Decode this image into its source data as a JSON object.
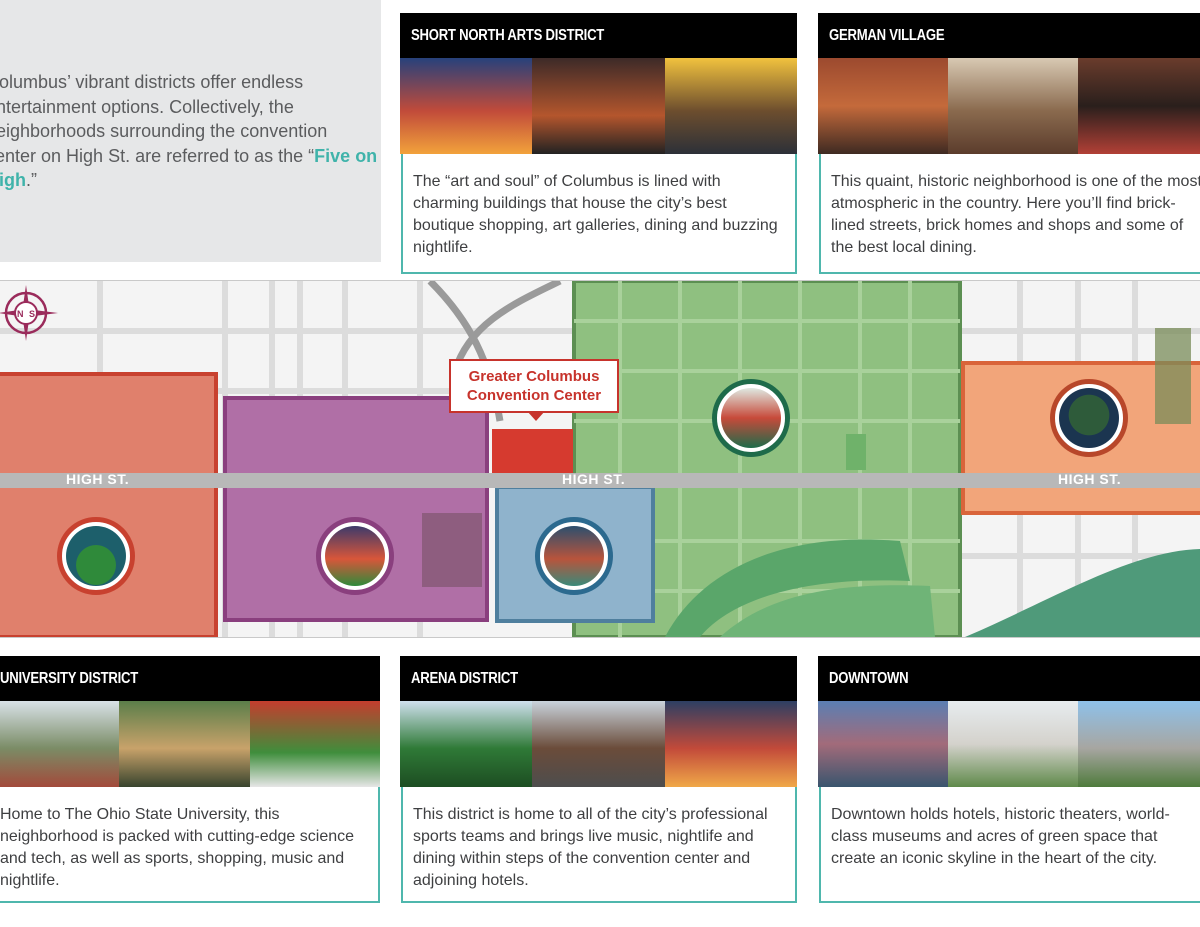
{
  "intro": {
    "text_before": "Columbus’ vibrant districts offer endless entertainment options. Collectively, the neighborhoods surrounding the convention center on High St. are referred to as the “",
    "highlight": "Five on High",
    "text_after": ".”",
    "highlight_color": "#3fb3aa"
  },
  "cards": {
    "short_north": {
      "title": "SHORT NORTH ARTS DISTRICT",
      "description": "The “art and soul” of Columbus is lined with charming buildings that house the city’s best boutique shopping, art galleries, dining and buzzing nightlife."
    },
    "german_village": {
      "title": "GERMAN VILLAGE",
      "description": "This quaint, historic neighborhood is one of the most atmospheric in the country. Here you’ll find brick-lined streets, brick homes and shops and some of the best local dining."
    },
    "university": {
      "title": "UNIVERSITY DISTRICT",
      "description": "Home to The Ohio State University, this neighborhood is packed with cutting-edge science and tech, as well as sports, shopping, music and nightlife."
    },
    "arena": {
      "title": "ARENA DISTRICT",
      "description": "This district is home to all of the city’s professional sports teams and brings live music, nightlife and dining within steps of the convention center and adjoining hotels."
    },
    "downtown": {
      "title": "DOWNTOWN",
      "description": "Downtown holds hotels, historic theaters, world-class museums and acres of green space that create an iconic skyline in the heart of the city."
    }
  },
  "map": {
    "callout_line1": "Greater Columbus",
    "callout_line2": "Convention Center",
    "street_label": "HIGH ST.",
    "compass_north": "N",
    "compass_south": "S",
    "colors": {
      "university": "#e0806c",
      "short_north": "#b06fa6",
      "convention": "#d63a2f",
      "arena": "#8fb3cc",
      "downtown": "#8fc080",
      "german_village": "#f2a57a",
      "street": "#b8b8b8"
    }
  }
}
